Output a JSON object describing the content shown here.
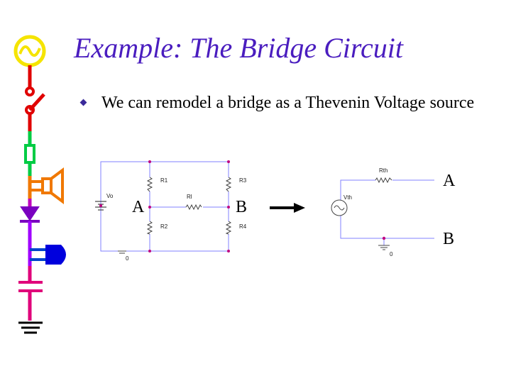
{
  "slide": {
    "title": "Example: The Bridge Circuit",
    "bullet": "We can remodel a bridge as a Thevenin Voltage source"
  },
  "bridge_circuit": {
    "node_a": "A",
    "node_b": "B",
    "r1": "R1",
    "r2": "R2",
    "r3": "R3",
    "r4": "R4",
    "rl": "Rl",
    "source": "Vo",
    "ground": "0"
  },
  "thevenin_circuit": {
    "resistor": "Rth",
    "source": "Vth",
    "terminal_a": "A",
    "terminal_b": "B",
    "ground": "0"
  },
  "colors": {
    "title": "#4a1dbf",
    "wire": "#8080ff",
    "node": "#c00080"
  }
}
